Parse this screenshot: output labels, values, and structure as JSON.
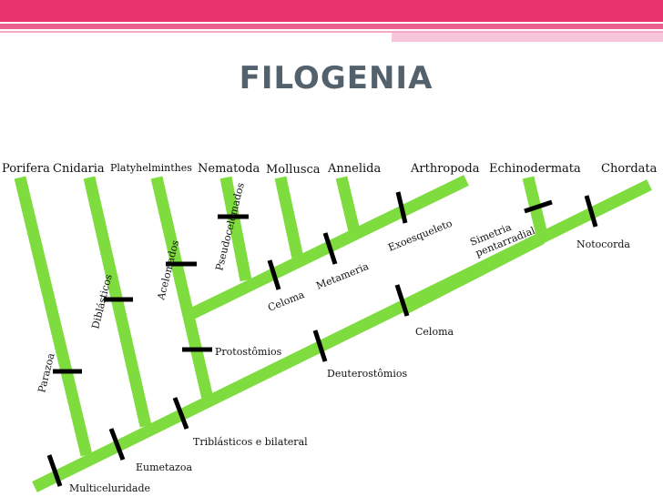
{
  "slide": {
    "title": "FILOGENIA"
  },
  "diagram": {
    "colors": {
      "branch": "#7fdc3f",
      "marker": "#000000",
      "banner": "#e6336e"
    },
    "taxa": [
      "Porifera",
      "Cnidaria",
      "Platyhelminthes",
      "Nematoda",
      "Mollusca",
      "Annelida",
      "Arthropoda",
      "Echinodermata",
      "Chordata"
    ],
    "characters": {
      "parazoa": "Parazoa",
      "diblasticos": "Diblásticos",
      "acelomados": "Acelomados",
      "pseudocelomados": "Pseudocelomados",
      "celoma_protostome": "Celoma",
      "metameria": "Metameria",
      "exoesqueleto": "Exoesqueleto",
      "simetria_line1": "Simetria",
      "simetria_line2": "pentarradial",
      "notocorda": "Notocorda",
      "celoma_deuterostome": "Celoma",
      "protostomios": "Protostômios",
      "deuterostomios": "Deuterostômios",
      "triblasticos": "Triblásticos e bilateral",
      "eumetazoa": "Eumetazoa",
      "multiceluridade": "Multiceluridade"
    }
  }
}
